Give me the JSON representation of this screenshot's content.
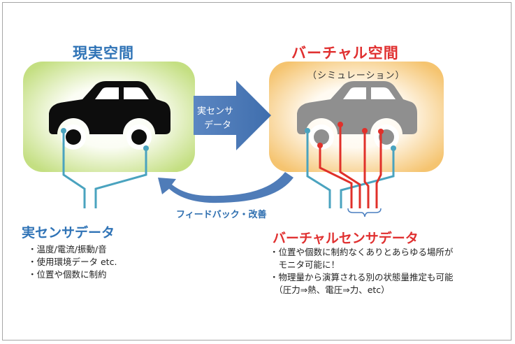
{
  "real_space": {
    "title": "現実空間"
  },
  "virtual_space": {
    "title": "バーチャル空間",
    "subtitle": "（シミュレーション）"
  },
  "forward_arrow": {
    "line1": "実センサ",
    "line2": "データ"
  },
  "feedback_arrow": {
    "label": "フィードバック・改善"
  },
  "real_sensor_data": {
    "title": "実センサデータ",
    "items": [
      "・温度/電流/振動/音",
      "・使用環境データ etc.",
      "・位置や個数に制約"
    ]
  },
  "virtual_sensor_data": {
    "title": "バーチャルセンサデータ",
    "items": [
      "・位置や個数に制約なくありとあらゆる場所が",
      "　モニタ可能に！",
      "・物理量から演算される別の状態量推定も可能",
      "　（圧力⇒熱、電圧⇒力、etc）"
    ]
  },
  "colors": {
    "real_accent": "#2f73b6",
    "virtual_accent": "#e03030",
    "real_glow": "#c9e38a",
    "virtual_glow": "#f7c878",
    "arrow_blue": "#4f7cb8",
    "sensor_line_blue": "#4aa3bf",
    "sensor_line_red": "#e0302a",
    "real_car": "#0d0d0d",
    "virtual_car": "#8f8f8f"
  }
}
